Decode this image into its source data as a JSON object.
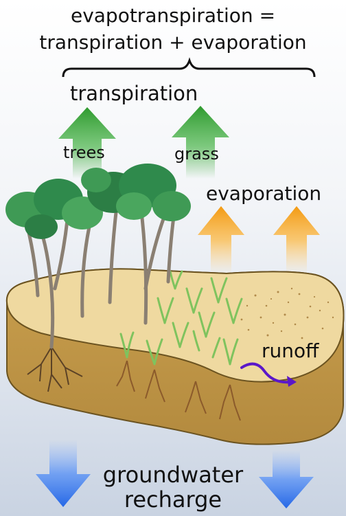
{
  "title": {
    "line1": "evapotranspiration =",
    "line2": "transpiration + evaporation"
  },
  "labels": {
    "transpiration": "transpiration",
    "trees": "trees",
    "grass": "grass",
    "evaporation": "evaporation",
    "runoff": "runoff",
    "groundwater_line1": "groundwater",
    "groundwater_line2": "recharge"
  },
  "colors": {
    "transpiration_arrow": "#3aa63a",
    "evaporation_arrow": "#f6a21e",
    "groundwater_arrow": "#2f6fe8",
    "runoff_arrow": "#5b17c9",
    "soil_top": "#efd9a0",
    "soil_side": "#c8a254",
    "tree_foliage": "#2f8a4c",
    "grass": "#8fd070"
  }
}
